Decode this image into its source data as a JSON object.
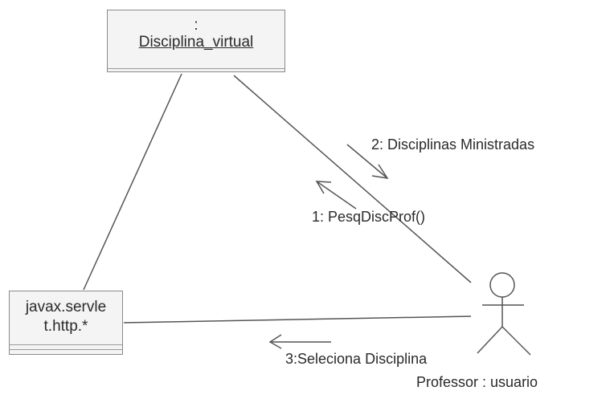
{
  "objects": {
    "disciplina": {
      "prefix": ":",
      "name": "Disciplina_virtual"
    },
    "servlet": {
      "line1": "javax.servle",
      "line2": "t.http.*"
    }
  },
  "actor": {
    "label": "Professor : usuario"
  },
  "messages": {
    "m1": "1:  PesqDiscProf()",
    "m2": "2: Disciplinas Ministradas",
    "m3": "3:Seleciona Disciplina"
  },
  "colors": {
    "line": "#555555",
    "box_border": "#8a8a8a",
    "box_fill": "#f4f4f4"
  }
}
